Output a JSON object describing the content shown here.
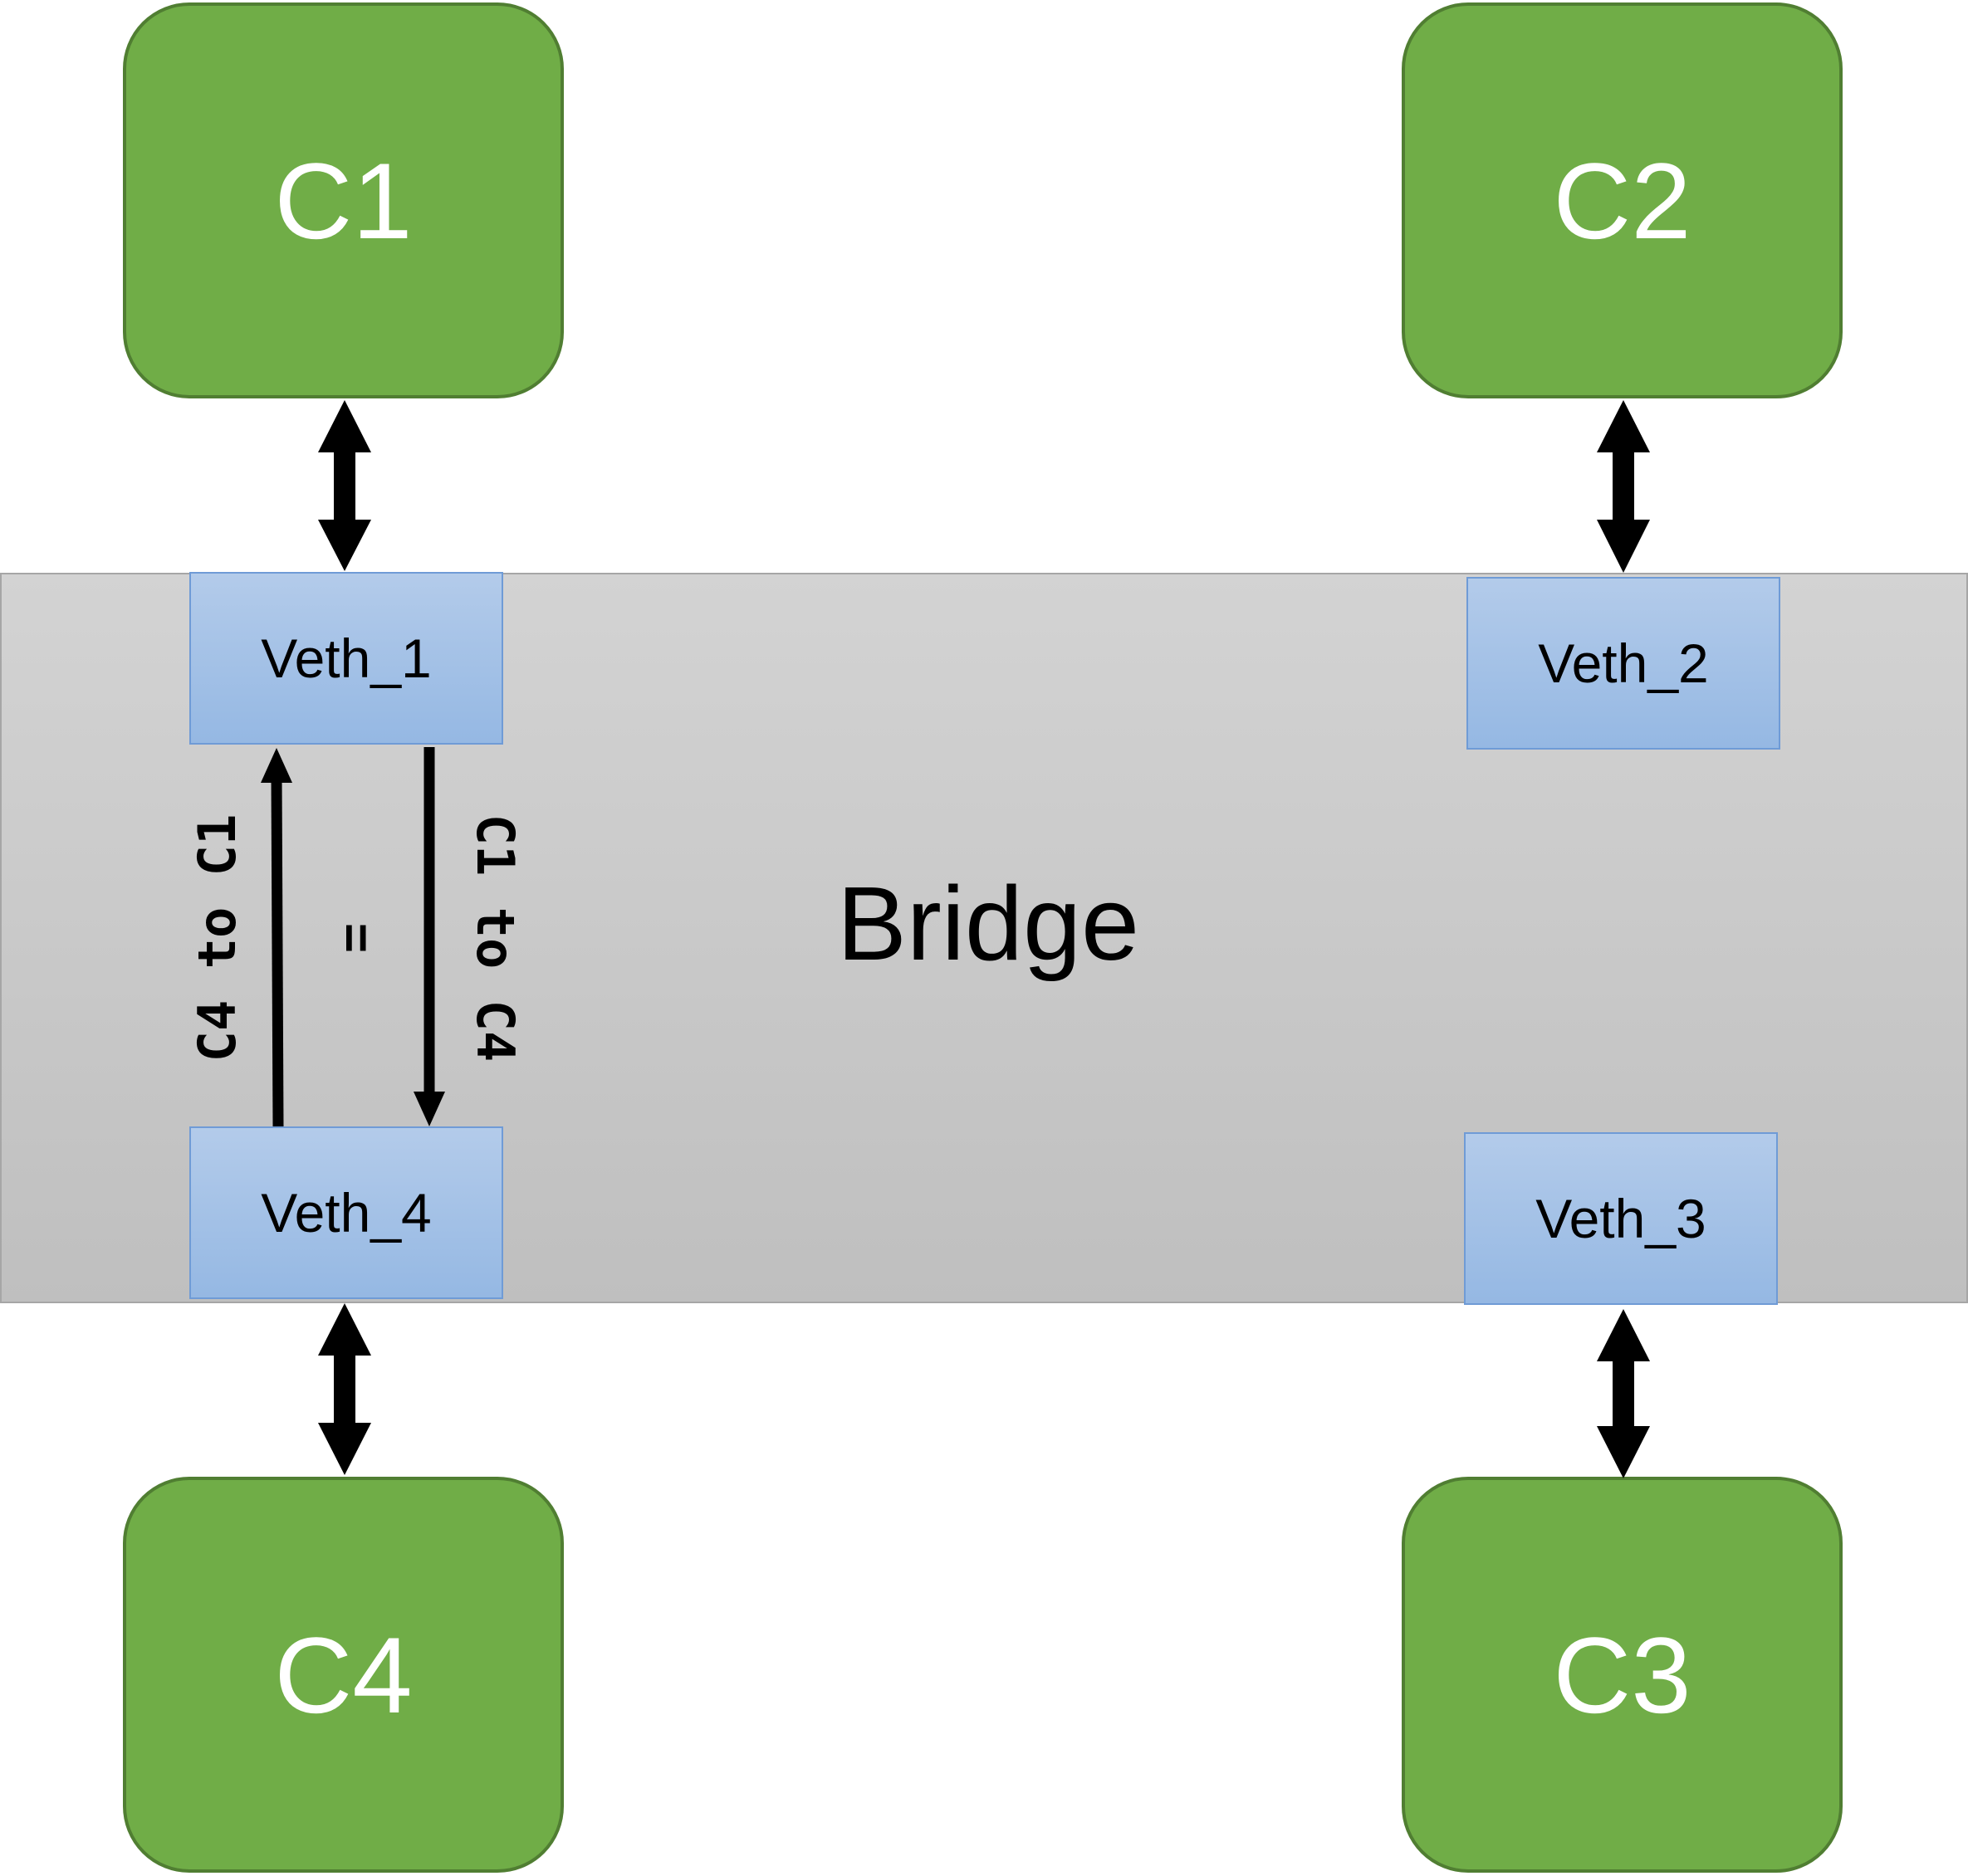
{
  "containers": {
    "c1": "C1",
    "c2": "C2",
    "c3": "C3",
    "c4": "C4"
  },
  "bridge": {
    "label": "Bridge"
  },
  "veths": {
    "veth1": "Veth_1",
    "veth2": "Veth_2",
    "veth3": "Veth_3",
    "veth4": "Veth_4"
  },
  "flow_labels": {
    "c4_to_c1": "C4 to C1",
    "c1_to_c4": "C1 to C4",
    "equals": "="
  },
  "colors": {
    "container_fill": "#70ad47",
    "container_border": "#507e32",
    "bridge_fill": "#c8c8c8",
    "veth_fill": "#a4c2e8",
    "arrow": "#000000"
  }
}
